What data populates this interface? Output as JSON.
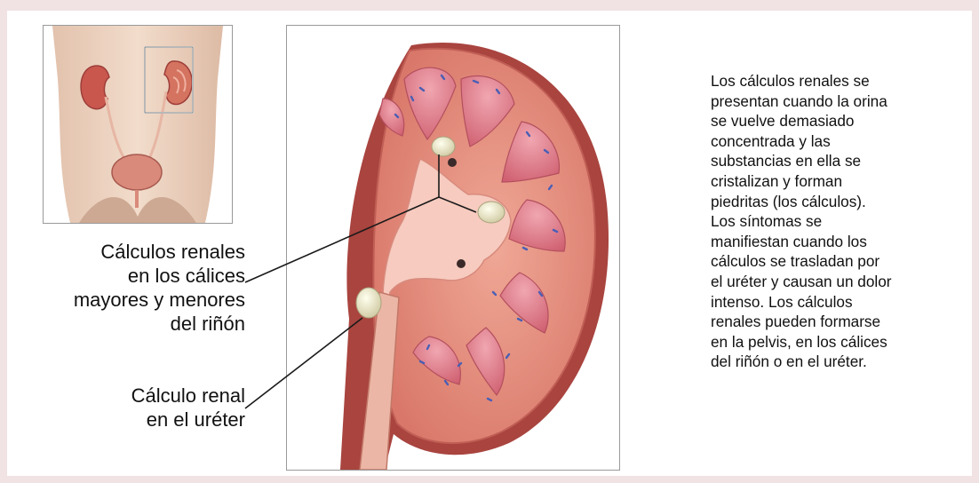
{
  "labels": {
    "calyx_stones": [
      "Cálculos renales",
      "en los cálices",
      "mayores y menores",
      "del riñón"
    ],
    "ureter_stone": [
      "Cálculo renal",
      "en el uréter"
    ]
  },
  "description": [
    "Los cálculos renales se",
    "presentan cuando la orina",
    "se vuelve demasiado",
    "concentrada y las",
    "substancias en ella se",
    "cristalizan y forman",
    "piedritas (los cálculos).",
    "Los síntomas se",
    "manifiestan cuando los",
    "cálculos se trasladan por",
    "el uréter y causan un dolor",
    "intenso. Los cálculos",
    "renales pueden formarse",
    "en la pelvis, en los cálices",
    "del riñón o en el uréter."
  ],
  "colors": {
    "background": "#f1e2e4",
    "panel": "#ffffff",
    "kidney_flesh": "#e8907e",
    "kidney_capsule": "#b24f4a",
    "pyramid": "#e27d8a",
    "stone": "#e9e6c6",
    "text": "#111111"
  }
}
